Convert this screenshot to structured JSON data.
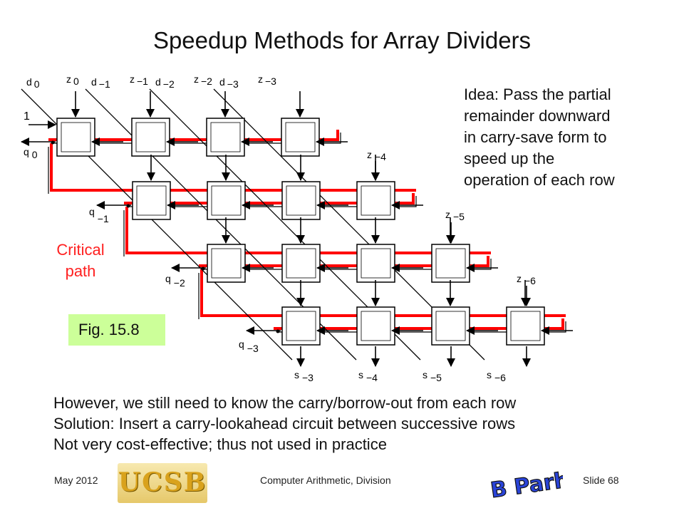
{
  "slide": {
    "title": "Speedup Methods for Array Dividers",
    "idea_lines": [
      "Idea: Pass the partial",
      "remainder downward",
      "in carry-save form to",
      "speed up the",
      "operation of each row"
    ],
    "critical_path": [
      "Critical",
      "path"
    ],
    "figure_caption": "Fig. 15.8",
    "bottom_lines": [
      "However, we still need to know the carry/borrow-out from each row",
      "Solution: Insert a carry-lookahead circuit between successive rows",
      "Not very cost-effective; thus not used in practice"
    ],
    "footer": {
      "date": "May 2012",
      "course": "Computer Arithmetic, Division",
      "slide_number": "Slide 68"
    },
    "logo_text": "UCSB",
    "signature_text": "B Parhami"
  },
  "diagram": {
    "input_labels": [
      {
        "base": "d",
        "sub": "0"
      },
      {
        "base": "z",
        "sub": "0"
      },
      {
        "base": "d",
        "sub": "−1"
      },
      {
        "base": "z",
        "sub": "−1"
      },
      {
        "base": "d",
        "sub": "−2"
      },
      {
        "base": "z",
        "sub": "−2"
      },
      {
        "base": "d",
        "sub": "−3"
      },
      {
        "base": "z",
        "sub": "−3"
      }
    ],
    "one_label": "1",
    "side_z_labels": [
      {
        "base": "z",
        "sub": "−4"
      },
      {
        "base": "z",
        "sub": "−5"
      },
      {
        "base": "z",
        "sub": "−6"
      }
    ],
    "q_labels": [
      {
        "base": "q",
        "sub": "0"
      },
      {
        "base": "q",
        "sub": "−1"
      },
      {
        "base": "q",
        "sub": "−2"
      },
      {
        "base": "q",
        "sub": "−3"
      }
    ],
    "s_labels": [
      {
        "base": "s",
        "sub": "−3"
      },
      {
        "base": "s",
        "sub": "−4"
      },
      {
        "base": "s",
        "sub": "−5"
      },
      {
        "base": "s",
        "sub": "−6"
      }
    ],
    "colors": {
      "critical_path": "#ff0000",
      "cell_stroke": "#000000"
    }
  }
}
